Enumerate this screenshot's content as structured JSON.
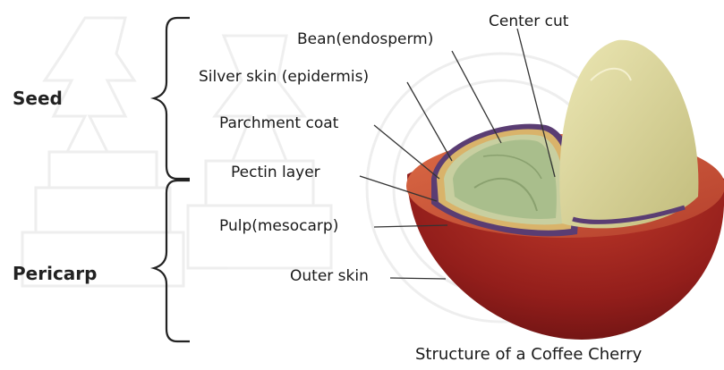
{
  "groups": {
    "seed": "Seed",
    "pericarp": "Pericarp"
  },
  "labels": {
    "bean": "Bean(endosperm)",
    "center_cut": "Center cut",
    "silver_skin": "Silver skin (epidermis)",
    "parchment": "Parchment coat",
    "pectin": "Pectin layer",
    "pulp": "Pulp(mesocarp)",
    "outer_skin": "Outer skin"
  },
  "caption": "Structure of a Coffee Cherry",
  "colors": {
    "outer_skin": "#8e1c1a",
    "pulp": "#c9513a",
    "pectin": "#5a3d73",
    "parchment": "#d9b36a",
    "silver_skin": "#c8cfa0",
    "bean": "#a9be8c",
    "bean_half": "#d8d49c"
  }
}
